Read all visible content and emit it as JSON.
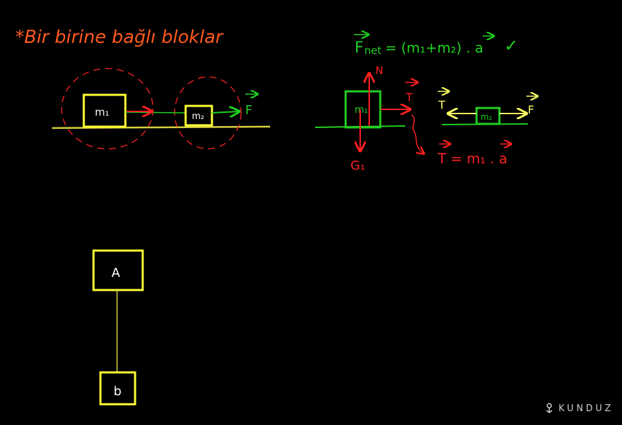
{
  "title": "*Bir birine bağlı bloklar",
  "colors": {
    "background": "#000000",
    "title": "#ff5a1f",
    "block": "#ffff33",
    "ground": "#d8d040",
    "green": "#22d022",
    "red": "#ff2020",
    "yellow_arrow": "#ffff66",
    "watermark": "#cfcfcf"
  },
  "left_diagram": {
    "block1": "m₁",
    "block2": "m₂",
    "force": "F"
  },
  "equation_net": {
    "lhs": "F",
    "lhs_sub": "net",
    "rhs": "= (m₁+m₂) . a",
    "checkmark": "✓"
  },
  "fbd_m1": {
    "block": "m₁",
    "normal": "N",
    "weight": "G₁",
    "tension": "T",
    "equation": "T = m₁ . a"
  },
  "fbd_m2": {
    "block": "m₂",
    "tension": "T",
    "force": "F"
  },
  "bottom_diagram": {
    "block_a": "A",
    "block_b": "b"
  },
  "watermark": "KUNDUZ"
}
